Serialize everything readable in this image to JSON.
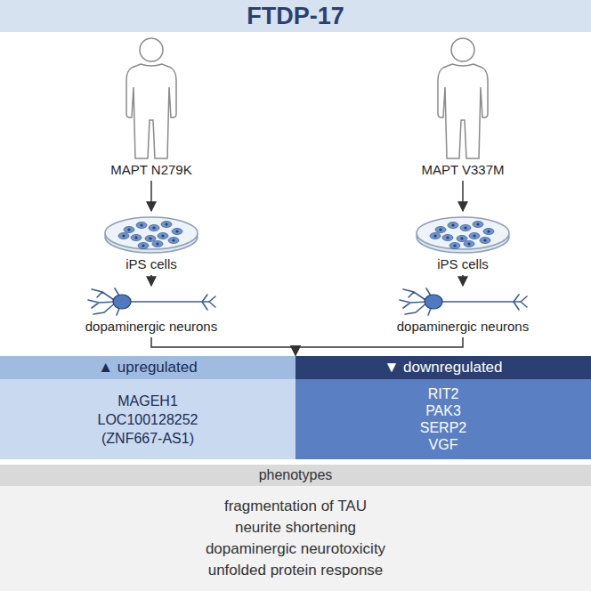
{
  "diagram": {
    "title": "FTDP-17",
    "nodes": [
      {
        "text": [
          "MAPT N279K"
        ]
      },
      {
        "text": [
          "MAPT V337M"
        ]
      },
      {
        "text": [
          "iPS cells"
        ]
      },
      {
        "text": [
          "iPS cells"
        ]
      },
      {
        "text": [
          "dopaminergic neurons"
        ]
      },
      {
        "text": [
          "dopaminergic neurons"
        ]
      },
      {
        "text": [
          "▲ upregulated"
        ]
      },
      {
        "text": [
          "▼ downregulated"
        ]
      },
      {
        "text": [
          "MAGEH1",
          "LOC100128252",
          "(ZNF667-AS1)"
        ]
      },
      {
        "text": [
          "RIT2",
          "PAK3",
          "SERP2",
          "VGF"
        ]
      },
      {
        "text": [
          "phenotypes"
        ]
      },
      {
        "text": [
          "fragmentation of TAU",
          "neurite shortening",
          "dopaminergic neurotoxicity",
          "unfolded protein response"
        ]
      }
    ],
    "edges": [
      {
        "from": 0,
        "to": 2,
        "arrow": "to"
      },
      {
        "from": 1,
        "to": 3,
        "arrow": "to"
      },
      {
        "from": 2,
        "to": 4,
        "arrow": "to"
      },
      {
        "from": 3,
        "to": 5,
        "arrow": "to"
      },
      {
        "from": 4,
        "to": 6,
        "arrow": "to"
      },
      {
        "from": 5,
        "to": 6,
        "arrow": "to"
      }
    ]
  }
}
